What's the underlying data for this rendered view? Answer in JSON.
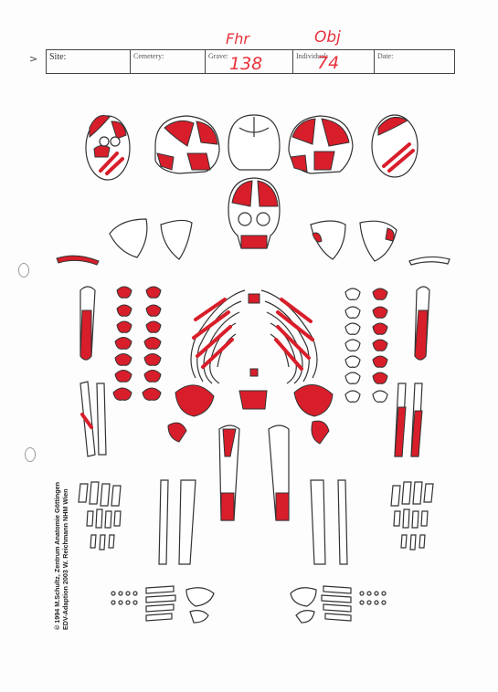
{
  "handwritten": {
    "top_left": "Fhr",
    "top_right": "Obj",
    "grave_number": "138",
    "individual_number": "74"
  },
  "header_table": {
    "site_label": "Site:",
    "cemetery_label": "Cemetery:",
    "grave_label": "Grave:",
    "individual_label": "Individual:",
    "date_label": "Date:"
  },
  "margin_mark": ">",
  "credits": {
    "line1": "© 1994 M.Schultz, Zentrum Anatomie Göttingen",
    "line2": "EDV-Adaption 2003 W. Reichmann NHM Wien"
  },
  "colors": {
    "present_bone": "#d81e2a",
    "outline": "#333333",
    "handwriting": "#e8323c"
  }
}
